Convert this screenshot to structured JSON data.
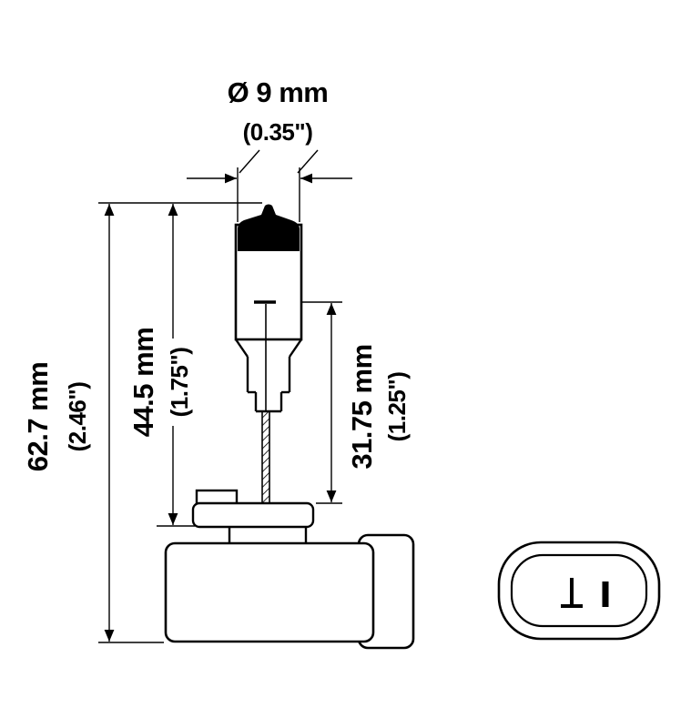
{
  "dimensions": {
    "diameter": {
      "metric": "Ø 9 mm",
      "imperial": "(0.35\")"
    },
    "overall_length": {
      "metric": "62.7 mm",
      "imperial": "(2.46\")"
    },
    "bulb_length": {
      "metric": "44.5 mm",
      "imperial": "(1.75\")"
    },
    "light_center_length": {
      "metric": "31.75 mm",
      "imperial": "(1.25\")"
    }
  },
  "colors": {
    "line": "#000000",
    "background": "#ffffff",
    "bulb_tip": "#000000"
  }
}
